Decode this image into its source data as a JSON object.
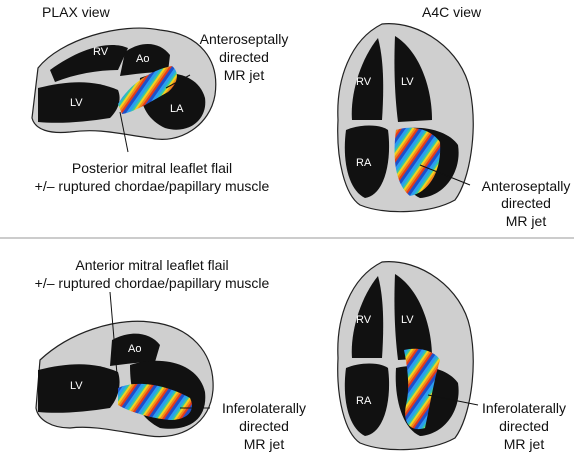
{
  "panels": {
    "plax_title": "PLAX view",
    "a4c_title": "A4C view"
  },
  "chambers": {
    "rv": "RV",
    "lv": "LV",
    "ao": "Ao",
    "la": "LA",
    "ra": "RA"
  },
  "top": {
    "plax_jet_label": [
      "Anteroseptally",
      "directed",
      "MR jet"
    ],
    "plax_cause": [
      "Posterior mitral leaflet flail",
      "+/– ruptured chordae/papillary muscle"
    ],
    "a4c_jet_label": [
      "Anteroseptally",
      "directed",
      "MR jet"
    ]
  },
  "bottom": {
    "plax_cause": [
      "Anterior mitral leaflet flail",
      "+/– ruptured chordae/papillary muscle"
    ],
    "plax_jet_label": [
      "Inferolaterally",
      "directed",
      "MR jet"
    ],
    "a4c_jet_label": [
      "Inferolaterally",
      "directed",
      "MR jet"
    ]
  },
  "colors": {
    "chamber": "#111111",
    "myocardium": "#cfcfcf",
    "outline": "#222222",
    "divider": "#9a9a9a",
    "jet": [
      "#1f4fc9",
      "#2a9df0",
      "#36c6a6",
      "#f2d21e",
      "#f08a1c",
      "#e33b1e"
    ]
  }
}
